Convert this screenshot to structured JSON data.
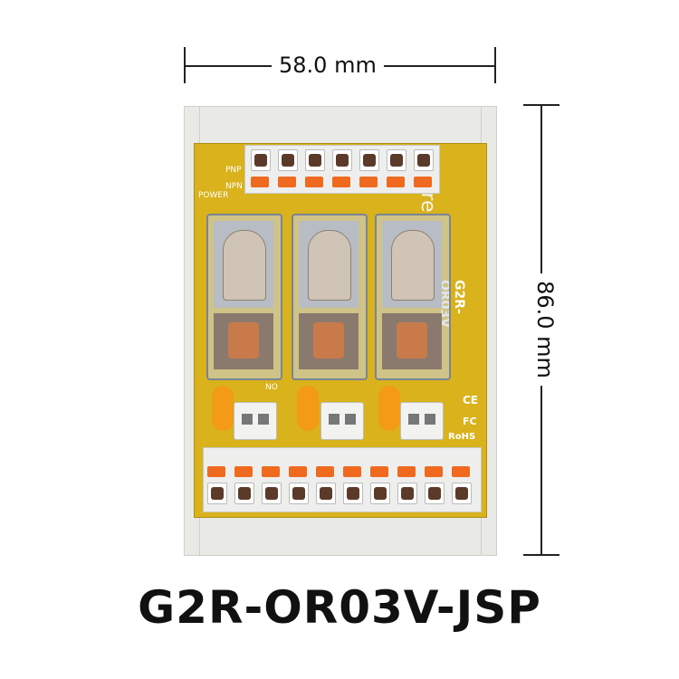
{
  "dimensions": {
    "width_label": "58.0 mm",
    "height_label": "86.0 mm"
  },
  "product": {
    "model": "G2R-OR03V-JSP",
    "brand_mark": "bore",
    "board_code": "G2R-OR03V",
    "indicators": {
      "pnp": "PNP",
      "npn": "NPN",
      "power": "POWER"
    },
    "marks": {
      "ce": "CE",
      "fc": "FC",
      "rohs": "RoHS"
    },
    "relay_label": "NO"
  },
  "colors": {
    "pcb": "#d9b21c",
    "lever": "#ef6a1e",
    "rail": "#e9e9e6"
  }
}
